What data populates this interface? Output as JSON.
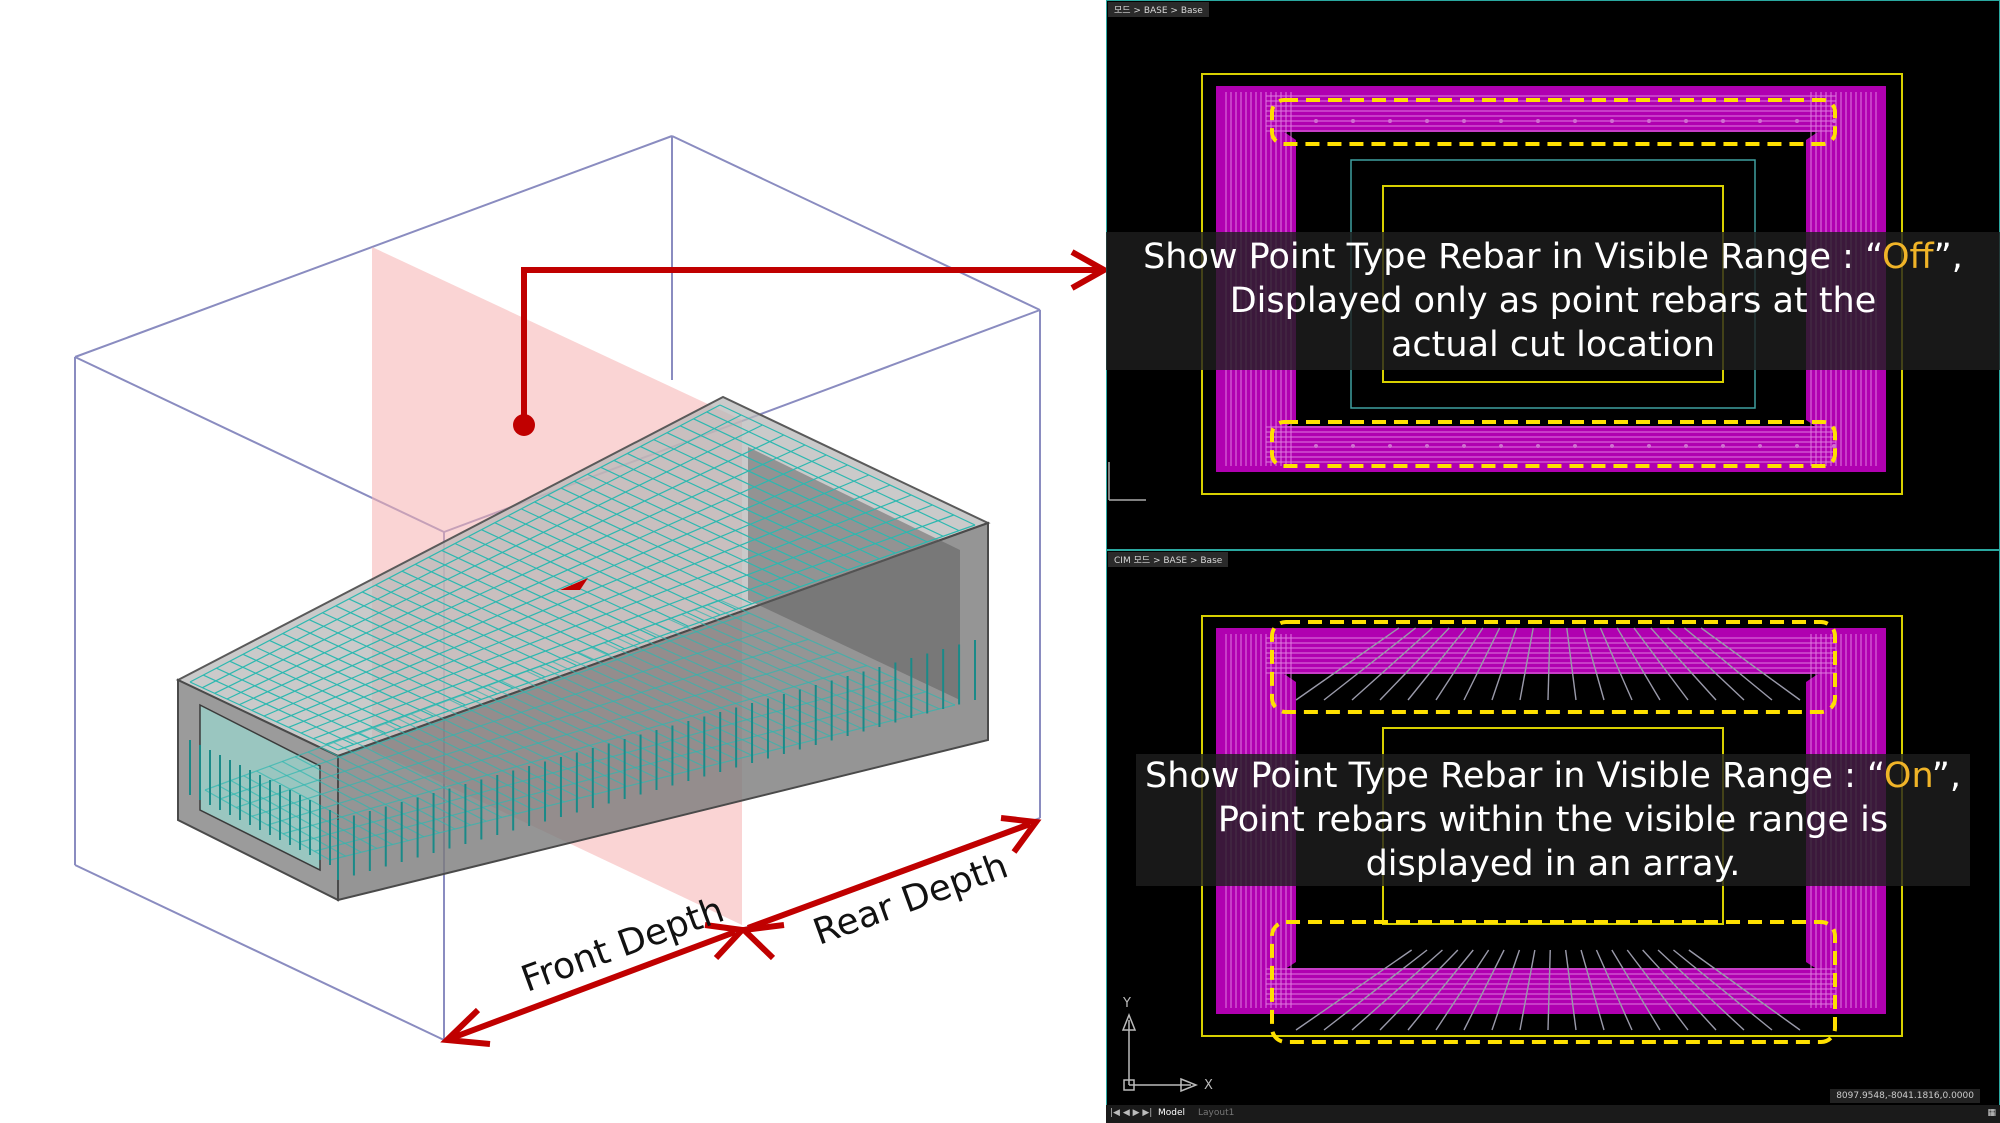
{
  "diagram": {
    "labels": {
      "front_depth": "Front Depth",
      "rear_depth": "Rear Depth"
    }
  },
  "panels": {
    "top": {
      "breadcrumb": "모드 > BASE > Base",
      "caption_line1_prefix": "Show Point Type Rebar in Visible Range : “",
      "caption_line1_value": "Off",
      "caption_line1_suffix": "”,",
      "caption_line2": "Displayed only as point rebars at the",
      "caption_line3": "actual cut location"
    },
    "bottom": {
      "breadcrumb": "CIM 모드 > BASE > Base",
      "caption_line1_prefix": "Show Point Type Rebar in Visible Range : “",
      "caption_line1_value": "On",
      "caption_line1_suffix": "”,",
      "caption_line2": "Point rebars within the visible range is",
      "caption_line3": "displayed in an array.",
      "axis_y": "Y",
      "axis_x": "X",
      "coordinates": "8097.9548,-8041.1816,0.0000",
      "tabs": [
        "Model",
        "Layout1"
      ]
    }
  },
  "colors": {
    "arrow": "#c00000",
    "highlight": "#f0b428",
    "rebar_magenta": "#b000b0",
    "dashed_box": "#ffe000",
    "cad_frame": "#d8d000",
    "cut_plane": "#f6b0b0"
  }
}
